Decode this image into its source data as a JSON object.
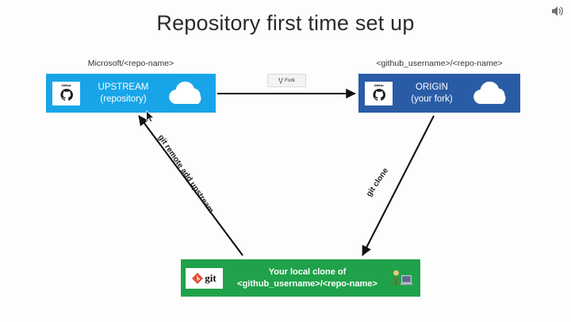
{
  "slide": {
    "title": "Repository first time set up",
    "background_color": "#fdfdfd"
  },
  "colors": {
    "upstream_blue": "#17a5e8",
    "origin_blue": "#2a5ca6",
    "local_green": "#1fa24a",
    "arrow_black": "#111111",
    "title_text": "#2b2b2b"
  },
  "nodes": {
    "upstream": {
      "caption": "Microsoft/<repo-name>",
      "line1": "UPSTREAM",
      "line2": "(repository)",
      "logo": "github-octocat-icon",
      "logo_word": "GitHub",
      "decoration": "cloud-icon"
    },
    "origin": {
      "caption": "<github_username>/<repo-name>",
      "line1": "ORIGIN",
      "line2": "(your fork)",
      "logo": "github-octocat-icon",
      "logo_word": "GitHub",
      "decoration": "cloud-icon"
    },
    "local": {
      "line1": "Your local clone of",
      "line2": "<github_username>/<repo-name>",
      "logo_word": "git",
      "logo": "git-logo-icon",
      "decoration": "user-at-computer-icon"
    }
  },
  "buttons": {
    "fork": {
      "label": "Fork",
      "icon": "fork-branch-icon"
    }
  },
  "edges": [
    {
      "id": "upstream-to-origin",
      "label": "",
      "from": "upstream",
      "to": "origin",
      "direction": "right"
    },
    {
      "id": "origin-to-local",
      "label": "git clone",
      "from": "origin",
      "to": "local",
      "direction": "down-left"
    },
    {
      "id": "local-to-upstream",
      "label": "git remote add upstream",
      "from": "local",
      "to": "upstream",
      "direction": "up-left"
    }
  ],
  "player": {
    "speaker_icon": "speaker-volume-icon"
  },
  "cursor": {
    "pointer_icon": "mouse-pointer-icon"
  }
}
